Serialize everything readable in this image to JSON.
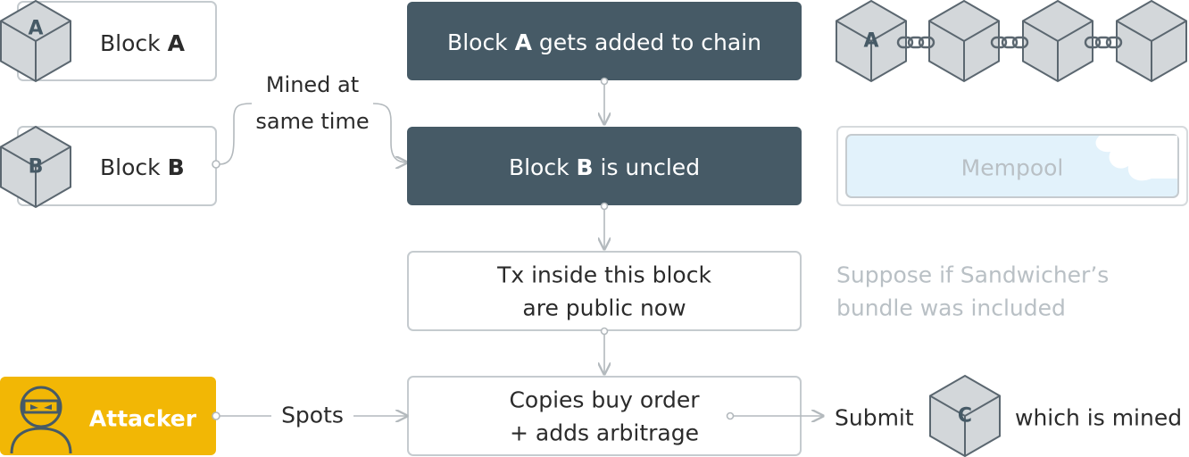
{
  "colors": {
    "dark_box": "#465a66",
    "box_border": "#c5cbcf",
    "cube_fill": "#d3d7da",
    "cube_stroke": "#5b6770",
    "arrow": "#b3b9bd",
    "attacker": "#f2b705",
    "mempool_fill": "#e2f2fb",
    "muted_text": "#b9c0c5",
    "text": "#2b2b2b"
  },
  "blocks": {
    "a": {
      "cube_letter": "A",
      "label_prefix": "Block ",
      "label_bold": "A"
    },
    "b": {
      "cube_letter": "B",
      "label_prefix": "Block ",
      "label_bold": "B"
    }
  },
  "mined_note": {
    "line1": "Mined at",
    "line2": "same time"
  },
  "flow": {
    "step1": {
      "prefix": "Block ",
      "bold": "A",
      "suffix": " gets added to chain"
    },
    "step2": {
      "prefix": "Block ",
      "bold": "B",
      "suffix": " is uncled"
    },
    "step3": {
      "line1": "Tx inside this block",
      "line2": "are public now"
    },
    "step4": {
      "line1": "Copies buy order",
      "line2": "+ adds arbitrage"
    }
  },
  "chain": {
    "first_letter": "A"
  },
  "mempool": {
    "label": "Mempool"
  },
  "suppose_note": {
    "line1": "Suppose if Sandwicher’s",
    "line2": "bundle was included"
  },
  "attacker": {
    "label": "Attacker",
    "icon": "ninja-icon"
  },
  "spots_label": "Spots",
  "submit": {
    "label": "Submit",
    "cube_letter": "C",
    "suffix": "which is mined"
  }
}
